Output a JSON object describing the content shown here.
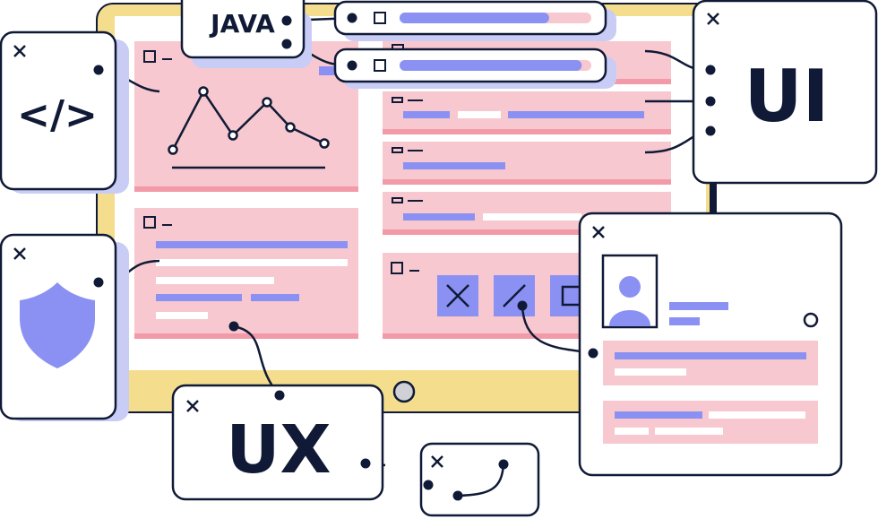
{
  "labels": {
    "java": "JAVA",
    "code": "</>",
    "ui": "UI",
    "ux": "UX"
  },
  "colors": {
    "ink": "#101a36",
    "pink": "#f7c8cf",
    "pink_edge": "#f29aa8",
    "lavender": "#8a91f2",
    "shadow": "#c9cdf6",
    "monitor_base": "#f4dd8d",
    "panel": "#ffffff"
  },
  "icons": {
    "close": "close-icon",
    "checkbox": "checkbox-icon",
    "line_chart": "line-chart-icon",
    "shield": "shield-icon",
    "avatar": "avatar-icon",
    "cancel_tile": "x-tile-icon",
    "slash_tile": "slash-tile-icon",
    "square_tile": "square-tile-icon",
    "connector_dot": "connector-dot-icon",
    "curve": "curve-icon",
    "power_button": "power-button-icon"
  },
  "progress": {
    "bar_1": 0.78,
    "bar_2": 0.95
  }
}
